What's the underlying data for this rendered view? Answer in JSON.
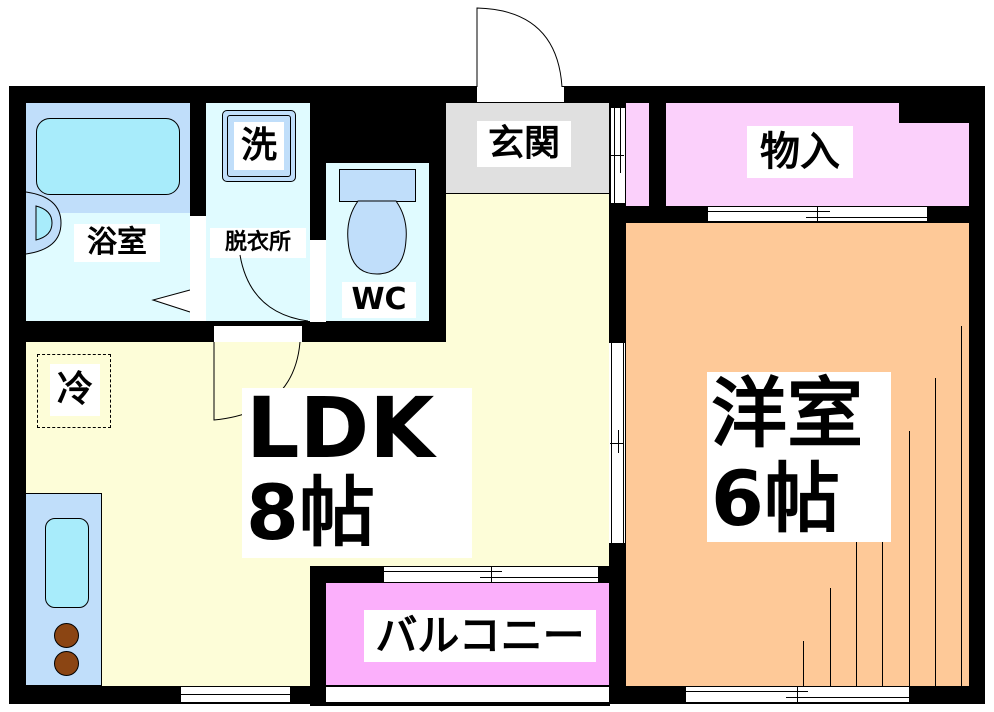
{
  "floor_plan": {
    "rooms": {
      "bath": {
        "label": "浴室",
        "color": "#e0fbff",
        "tub_color": "#c0defa",
        "tub_inner": "#a8ecfb"
      },
      "washroom": {
        "label": "脱衣所",
        "color": "#e0fbff",
        "washer_label": "洗"
      },
      "toilet": {
        "label": "WC",
        "color": "#e0fbff",
        "fixture_color": "#c0defa"
      },
      "entrance": {
        "label": "玄関",
        "color": "#e0e0e0"
      },
      "closet": {
        "label": "物入",
        "color": "#fbd0fb"
      },
      "ldk": {
        "label_line1": "LDK",
        "label_line2": "8帖",
        "color": "#fdfdd8"
      },
      "fridge": {
        "label": "冷"
      },
      "kitchen": {
        "counter_color": "#c0defa",
        "sink_color": "#a8ecfb",
        "burner_color": "#8b4513"
      },
      "western_room": {
        "label_line1": "洋室",
        "label_line2": "6帖",
        "color": "#fec998"
      },
      "balcony": {
        "label": "バルコニー",
        "color": "#fbaffb"
      }
    },
    "wall_color": "#000000"
  }
}
